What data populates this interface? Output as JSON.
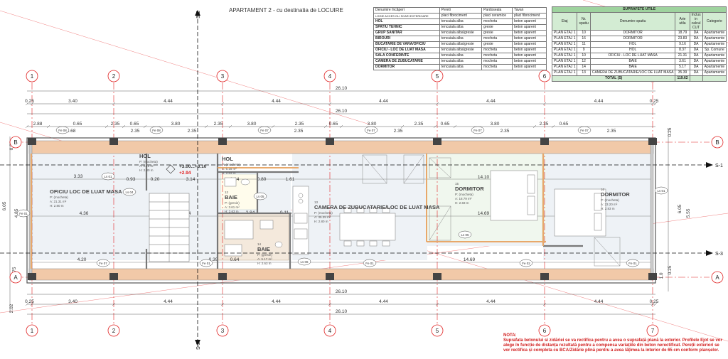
{
  "title": "APARTAMENT 2 - cu destinatia de LOCUIRE",
  "axes": {
    "numbers": [
      "1",
      "2",
      "3",
      "4",
      "5",
      "6",
      "7"
    ],
    "letters": [
      "A",
      "B"
    ],
    "sections": [
      "S-1",
      "S-2",
      "S-3"
    ]
  },
  "dims": {
    "total": "26.10",
    "top_row1": [
      "0.25",
      "3.40",
      "4.44",
      "4.44",
      "4.44",
      "4.44",
      "4.44",
      "0.25"
    ],
    "top_row2": [
      "2.88",
      "0.65",
      "2.35",
      "0.65",
      "3.80",
      "2.35",
      "3.80",
      "2.35",
      "0.65",
      "3.80",
      "2.35",
      "0.65",
      "3.80",
      "2.35",
      "0.65"
    ],
    "inner_top": [
      "2.68",
      "2.35",
      "2.35",
      "2.35",
      "2.35",
      "2.35",
      "2.35"
    ],
    "bottom_row": [
      "0.25",
      "3.40",
      "4.44",
      "4.44",
      "4.44",
      "4.44",
      "4.44",
      "0.25"
    ],
    "left_vertical": [
      "0.85",
      "6.05",
      "4.85",
      "0.75",
      "2.02"
    ],
    "right_vertical": [
      "0.25",
      "5.55",
      "6.05",
      "0.25",
      "1.0"
    ],
    "interior": [
      "3.33",
      "14.10",
      "4.36",
      "14.69",
      "4.20",
      "14.69",
      "3.14",
      "1.14",
      "0.80",
      "1.61",
      "2.84",
      "0.93",
      "0.20",
      "2.94",
      "0.11",
      "2.93",
      "0.64",
      "0.39"
    ]
  },
  "levels": {
    "l1": "+3.00...+3.10",
    "l2": "+2.94"
  },
  "rooms": [
    {
      "num": "",
      "name": "OFICIU LOC DE LUAT MASA",
      "floor": "P: (mocheta)",
      "area": "A: 21.31 m²",
      "height": "H: 2.80 m"
    },
    {
      "num": "",
      "name": "HOL",
      "floor": "P: (mocheta)",
      "area": "A: 9.16 m²",
      "height": "H: 2.80 m"
    },
    {
      "num": "",
      "name": "HOL",
      "floor": "P: (mocheta)",
      "area": "A: 5.15 m²",
      "height": "H: 2.63 m"
    },
    {
      "num": "12",
      "name": "BAIE",
      "floor": "P: (gresie)",
      "area": "A: 3.61 m²",
      "height": "H: 2.63 m"
    },
    {
      "num": "13",
      "name": "CAMERA DE ZUBUCATARIE/LOC DE LUAT MASA",
      "floor": "P: (mocheta)",
      "area": "A: 35.39 m²",
      "height": "H: 2.80 m"
    },
    {
      "num": "15",
      "name": "DORMITOR",
      "floor": "P: (mocheta)",
      "area": "A: 18.79 m²",
      "height": "H: 2.83 m"
    },
    {
      "num": "16",
      "name": "DORMITOR",
      "floor": "P: (mocheta)",
      "area": "A: 23.20 m²",
      "height": "H: 2.83 m"
    },
    {
      "num": "14",
      "name": "BAIE",
      "floor": "P: (gresie)",
      "area": "A: 5.17 m²",
      "height": "H: 2.63 m"
    }
  ],
  "tags": [
    "Fe 08",
    "Fe 08",
    "Fe 07",
    "Fe 07",
    "Fe 07",
    "Fe 07",
    "Fe 07",
    "Fe 01",
    "Fe 01",
    "Fe 02",
    "Fe 01",
    "Fe 01",
    "Ls 01",
    "Ls 01",
    "Ls 04",
    "Ls 05",
    "Ls 05",
    "Ls 06"
  ],
  "finishes": {
    "headers": [
      "Denumire încăperi",
      "Pereti",
      "Pardoseala",
      "Tavan"
    ],
    "subheader": "LOGIE ACCES OLI SCARI EXTERIOARE",
    "rows": [
      [
        "",
        "placi fibrociment",
        "placi ceramice",
        "placi fibrociment"
      ],
      [
        "HOL",
        "tencuiala alba",
        "mocheta",
        "beton aparent"
      ],
      [
        "SPATIU TEHNIC",
        "tencuiala alba",
        "gresie",
        "beton aparent"
      ],
      [
        "GRUP SANITAR",
        "tencuiala alba/gresie",
        "gresie",
        "beton aparent"
      ],
      [
        "BIROURI",
        "tencuiala alba",
        "mocheta",
        "beton aparent"
      ],
      [
        "BUCATARIE DE VARA/OFICIU",
        "tencuiala alba/gresie",
        "gresie",
        "beton aparent"
      ],
      [
        "OFICIU - LOC DE LUAT MASA",
        "tencuiala alba/gresie",
        "mocheta",
        "beton aparent"
      ],
      [
        "SALA CONFERINTE",
        "tencuiala alba",
        "mocheta",
        "beton aparent"
      ],
      [
        "CAMERA DE ZUBUCATARIE",
        "tencuiala alba",
        "mocheta",
        "beton aparent"
      ],
      [
        "DORMITOR",
        "tencuiala alba",
        "mocheta",
        "beton aparent"
      ]
    ]
  },
  "surfaces": {
    "title": "SUPRAFETE UTILE",
    "headers": [
      "Etaj",
      "Nr. spatiu",
      "Denumire spatiu",
      "Arie utila",
      "Inclus in calcul CUT",
      "Categorie"
    ],
    "rows": [
      [
        "PLAN ETAJ 1",
        "10",
        "DORMITOR",
        "18.79",
        "DA",
        "Apartamente"
      ],
      [
        "PLAN ETAJ 1",
        "16",
        "DORMITOR",
        "23.83",
        "DA",
        "Apartamente"
      ],
      [
        "PLAN ETAJ 1",
        "11",
        "HOL",
        "9.16",
        "DA",
        "Apartamente"
      ],
      [
        "PLAN ETAJ 1",
        "9",
        "HOL",
        "8.37",
        "DA",
        "Sp. Comune"
      ],
      [
        "PLAN ETAJ 1",
        "10",
        "OFICIU - LOC DE LUAT MASA",
        "21.31",
        "DA",
        "Apartamente"
      ],
      [
        "PLAN ETAJ 1",
        "12",
        "BAIE",
        "3.61",
        "DA",
        "Apartamente"
      ],
      [
        "PLAN ETAJ 1",
        "14",
        "BAIE",
        "5.17",
        "DA",
        "Apartamente"
      ],
      [
        "PLAN ETAJ 1",
        "13",
        "CAMERA DE ZUBUCATARIE/LOC DE LUAT MASA",
        "35.39",
        "DA",
        "Apartamente"
      ]
    ],
    "total_label": "TOTAL (S)",
    "total_value": "119.62"
  },
  "note": {
    "heading": "NOTA:",
    "text": "Suprafata betonului si zidăriei se va rectifica pentru a avea o suprafață plană la exterior. Profilele Ejot se vor alege în funcție de distanța rezultată pentru a compensa variațiile din beton nerectificat. Pereții exteriori se vor rectifica și completa cu BCA/Zidărie plină pentru a avea lățimea la interior de 65 cm conform planșelor."
  },
  "colors": {
    "grid_red": "#e02020",
    "green_header": "#9ed39e",
    "room_fill": "#eef2f6",
    "wall": "#777777",
    "note_red": "#d01a1a",
    "timber": "#e8a86a"
  }
}
